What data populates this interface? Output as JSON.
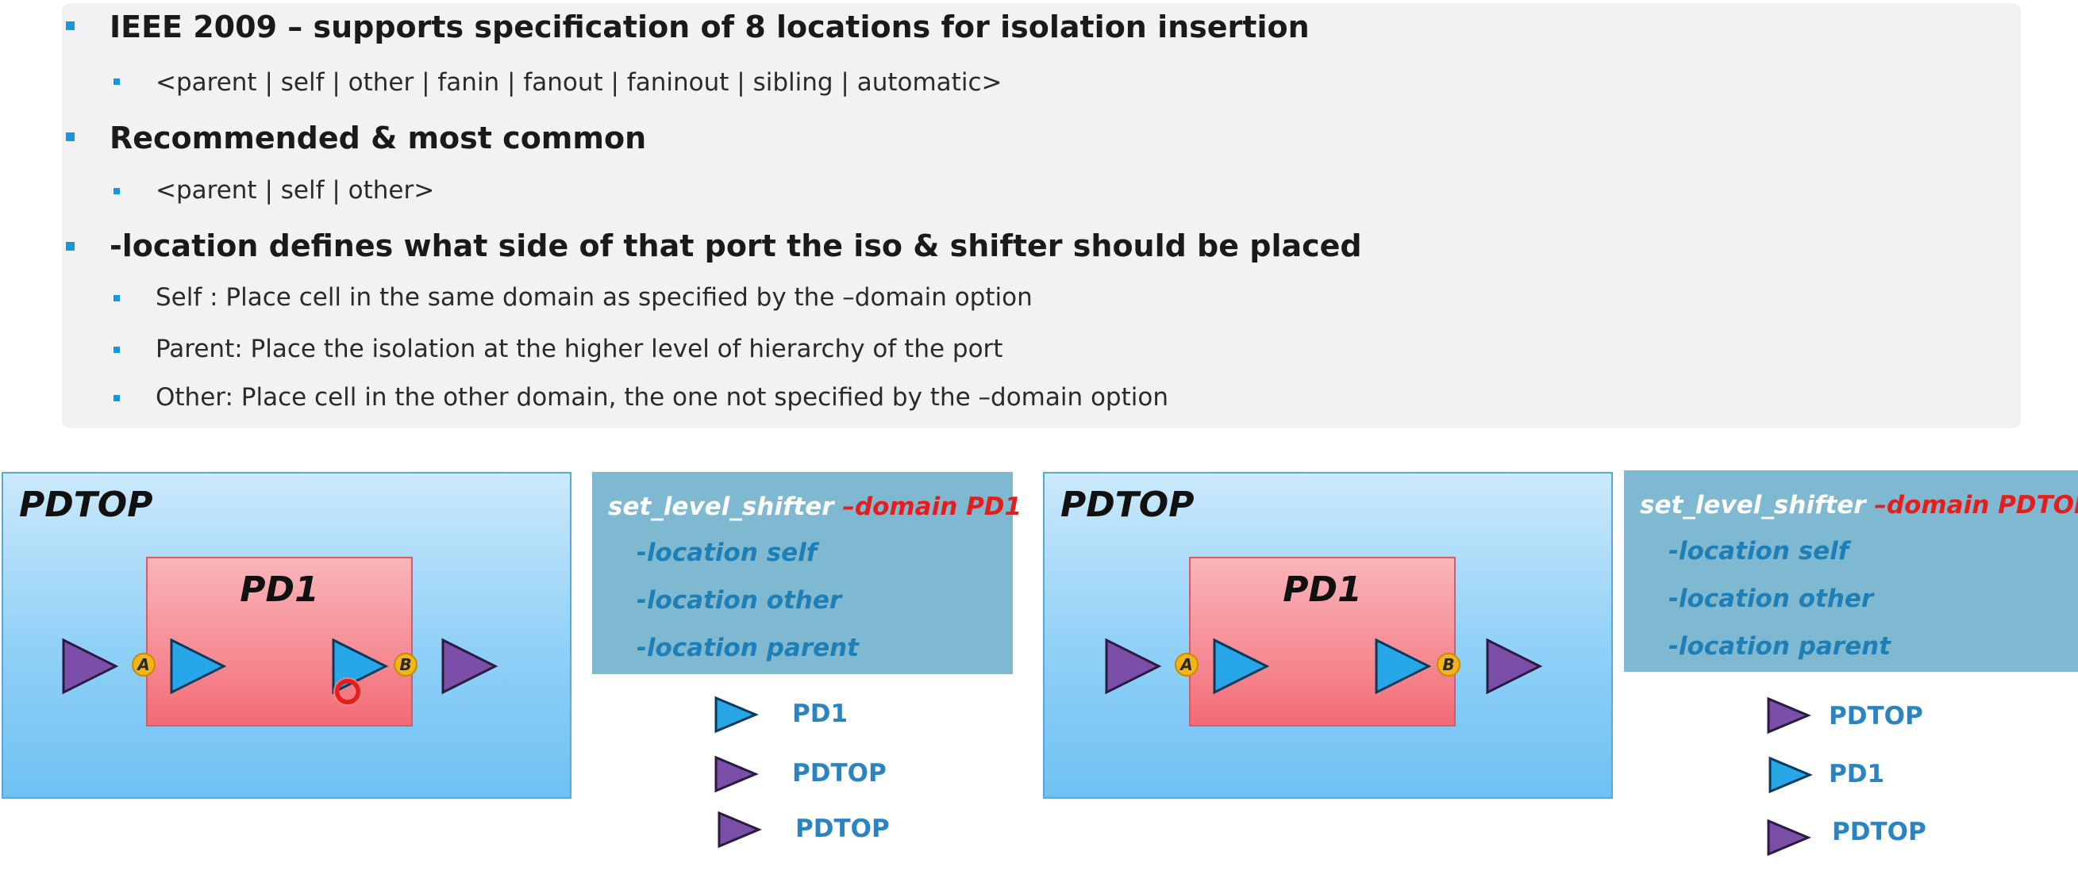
{
  "bullets": [
    {
      "text": "IEEE 2009 – supports specification of 8 locations for isolation insertion"
    },
    {
      "text": "<parent | self | other | fanin | fanout | faninout | sibling | automatic>"
    },
    {
      "text": "Recommended & most common"
    },
    {
      "text": "<parent | self | other>"
    },
    {
      "text": "-location defines what side of that port the iso & shifter should be placed"
    },
    {
      "text": "Self :  Place cell in the same domain as specified by the –domain option"
    },
    {
      "text": "Parent: Place the isolation at the higher level of hierarchy of the port"
    },
    {
      "text": "Other: Place cell in the other domain, the one not specified by the –domain option"
    }
  ],
  "diagram_left": {
    "outer_label": "PDTOP",
    "inner_label": "PD1",
    "port_a": "A",
    "port_b": "B"
  },
  "cmd_left": {
    "command": "set_level_shifter",
    "domain_option": "–domain PD1",
    "options": [
      "-location self",
      "-location other",
      "-location parent"
    ]
  },
  "legend_left": [
    {
      "label": "PD1",
      "color": "#27a7e8"
    },
    {
      "label": "PDTOP",
      "color": "#7b4fa8"
    },
    {
      "label": "PDTOP",
      "color": "#7b4fa8"
    }
  ],
  "diagram_right": {
    "outer_label": "PDTOP",
    "inner_label": "PD1",
    "port_a": "A",
    "port_b": "B"
  },
  "cmd_right": {
    "command": "set_level_shifter",
    "domain_option": "–domain PDTOP",
    "options": [
      "-location self",
      "-location other",
      "-location parent"
    ]
  },
  "legend_right": [
    {
      "label": "PDTOP",
      "color": "#7b4fa8"
    },
    {
      "label": "PD1",
      "color": "#27a7e8"
    },
    {
      "label": "PDTOP",
      "color": "#7b4fa8"
    }
  ],
  "colors": {
    "bullet": "#1497e0",
    "purple_cell": "#7b4fa8",
    "blue_cell": "#27a7e8",
    "highlight": "#e41d1d"
  }
}
